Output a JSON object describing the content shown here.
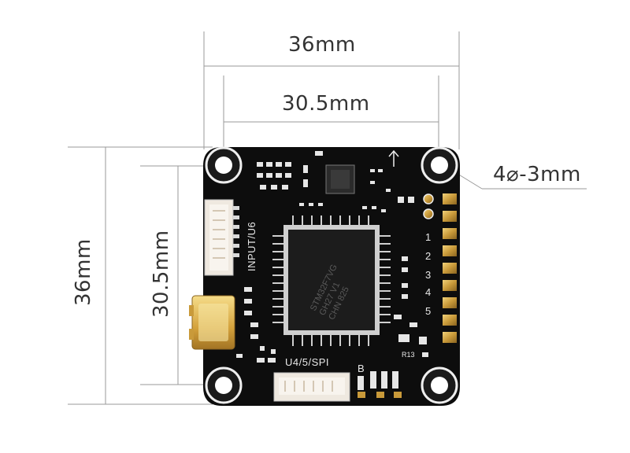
{
  "dimensions": {
    "outer_width": "36mm",
    "mount_width": "30.5mm",
    "outer_height": "36mm",
    "mount_height": "30.5mm",
    "hole_spec": "4⌀-3mm"
  },
  "board": {
    "connector_label_input": "INPUT/U6",
    "connector_label_spi": "U4/5/SPI",
    "pad_b_label": "B",
    "motor_pad_labels": [
      "1",
      "2",
      "3",
      "4",
      "5"
    ],
    "resistor_label": "R13",
    "mcu_markings": [
      "STM32F7VG",
      "GH27 V1",
      "CHN 825"
    ]
  },
  "colors": {
    "board": "#0d0d0d",
    "silkscreen": "#f2f2f2",
    "gold": "#c99a3a",
    "dimension_line": "#9a9a9a"
  }
}
